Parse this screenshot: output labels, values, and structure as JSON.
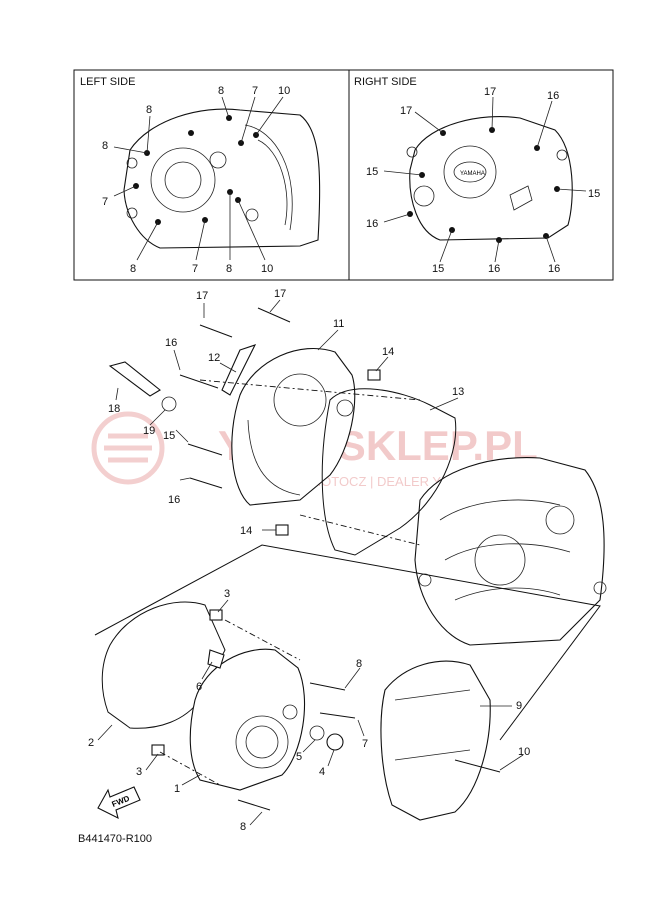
{
  "insets": {
    "left_title": "LEFT SIDE",
    "right_title": "RIGHT SIDE"
  },
  "left_inset_callouts": [
    "8",
    "8",
    "7",
    "10",
    "8",
    "7",
    "8",
    "7",
    "8",
    "10"
  ],
  "right_inset_callouts": [
    "17",
    "17",
    "16",
    "15",
    "15",
    "16",
    "15",
    "16",
    "16"
  ],
  "main_callouts": [
    "17",
    "17",
    "11",
    "16",
    "12",
    "14",
    "18",
    "13",
    "19",
    "15",
    "16",
    "14",
    "3",
    "6",
    "8",
    "9",
    "2",
    "5",
    "4",
    "7",
    "10",
    "3",
    "1",
    "8"
  ],
  "fwd_label": "FWD",
  "diagram_code": "B441470-R100",
  "brand_emblem": "YAMAHA",
  "watermark": {
    "main": "YAMASKLEP.PL",
    "sub": "SKLEP MOTOCZ | DEALER YAMAHA"
  },
  "colors": {
    "line": "#111111",
    "watermark": "#e8a0a0",
    "background": "#ffffff"
  }
}
